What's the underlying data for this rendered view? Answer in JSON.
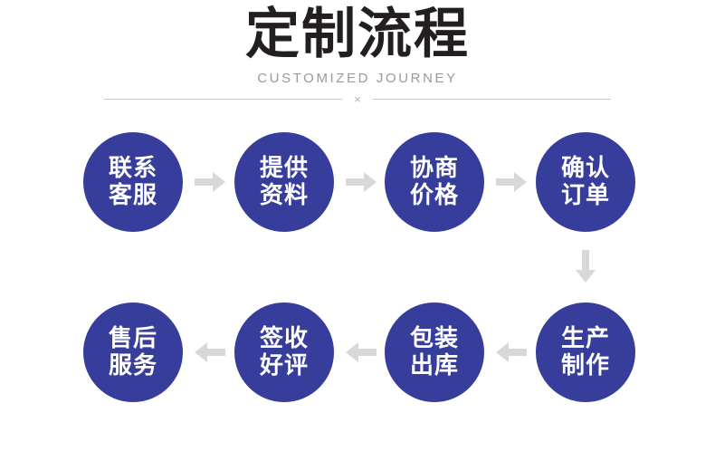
{
  "header": {
    "title": "定制流程",
    "subtitle": "CUSTOMIZED JOURNEY",
    "divider_mark": "×"
  },
  "colors": {
    "node_blue": "#373d9b",
    "node_text": "#ffffff",
    "title_text": "#231f20",
    "subtitle_text": "#9a9a9a",
    "divider_line": "#c9c9c9",
    "arrow_gray": "#d8d8d8",
    "background": "#ffffff"
  },
  "flow": {
    "nodes": [
      {
        "id": "contact-support",
        "line1": "联系",
        "line2": "客服"
      },
      {
        "id": "provide-info",
        "line1": "提供",
        "line2": "资料"
      },
      {
        "id": "negotiate-price",
        "line1": "协商",
        "line2": "价格"
      },
      {
        "id": "confirm-order",
        "line1": "确认",
        "line2": "订单"
      },
      {
        "id": "production",
        "line1": "生产",
        "line2": "制作"
      },
      {
        "id": "packing-shipping",
        "line1": "包装",
        "line2": "出库"
      },
      {
        "id": "sign-review",
        "line1": "签收",
        "line2": "好评"
      },
      {
        "id": "after-sales",
        "line1": "售后",
        "line2": "服务"
      }
    ],
    "connectors": [
      {
        "id": "contact-to-provide",
        "direction": "right"
      },
      {
        "id": "provide-to-negotiate",
        "direction": "right"
      },
      {
        "id": "negotiate-to-confirm",
        "direction": "right"
      },
      {
        "id": "confirm-to-production",
        "direction": "down"
      },
      {
        "id": "production-to-packing",
        "direction": "left"
      },
      {
        "id": "packing-to-sign",
        "direction": "left"
      },
      {
        "id": "sign-to-aftersales",
        "direction": "left"
      }
    ]
  }
}
